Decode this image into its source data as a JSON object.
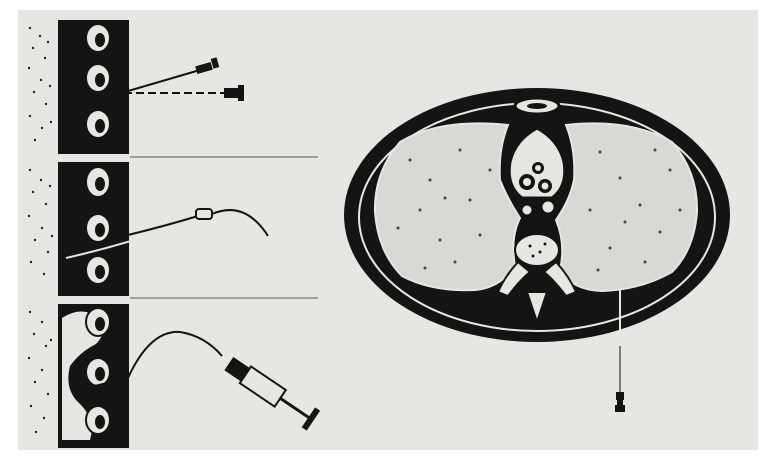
{
  "figure": {
    "kind": "medical-illustration",
    "colors": {
      "background": "#e6e6e4",
      "border": "#ffffff",
      "ink": "#141414",
      "lung": "#d8d8d4",
      "rule": "#555555"
    },
    "panels": [
      {
        "id": "needle-placement",
        "instruments": [
          "needle-icon",
          "syringe-hub-icon"
        ]
      },
      {
        "id": "catheter-insertion",
        "instruments": [
          "catheter-icon"
        ]
      },
      {
        "id": "syringe-aspiration",
        "instruments": [
          "tubing-icon",
          "syringe-icon"
        ]
      },
      {
        "id": "thorax-cross-section",
        "instruments": [
          "thoracic-needle-icon"
        ]
      }
    ]
  }
}
